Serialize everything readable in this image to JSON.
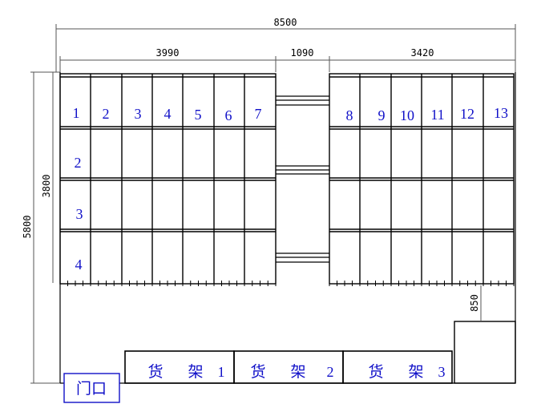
{
  "dimensions": {
    "total_width": "8500",
    "left_rack_width": "3990",
    "aisle_width": "1090",
    "right_rack_width": "3420",
    "rack_depth": "3800",
    "total_depth": "5800",
    "box_height": "850"
  },
  "column_labels": [
    "1",
    "2",
    "3",
    "4",
    "5",
    "6",
    "7",
    "8",
    "9",
    "10",
    "11",
    "12",
    "13"
  ],
  "row_labels": [
    "2",
    "3",
    "4"
  ],
  "shelves": [
    {
      "name": "货",
      "second": "架",
      "number": "1"
    },
    {
      "name": "货",
      "second": "架",
      "number": "2"
    },
    {
      "name": "货",
      "second": "架",
      "number": "3"
    }
  ],
  "door_label": "门口",
  "colors": {
    "label_blue": "#1010c8",
    "line": "#000000"
  }
}
